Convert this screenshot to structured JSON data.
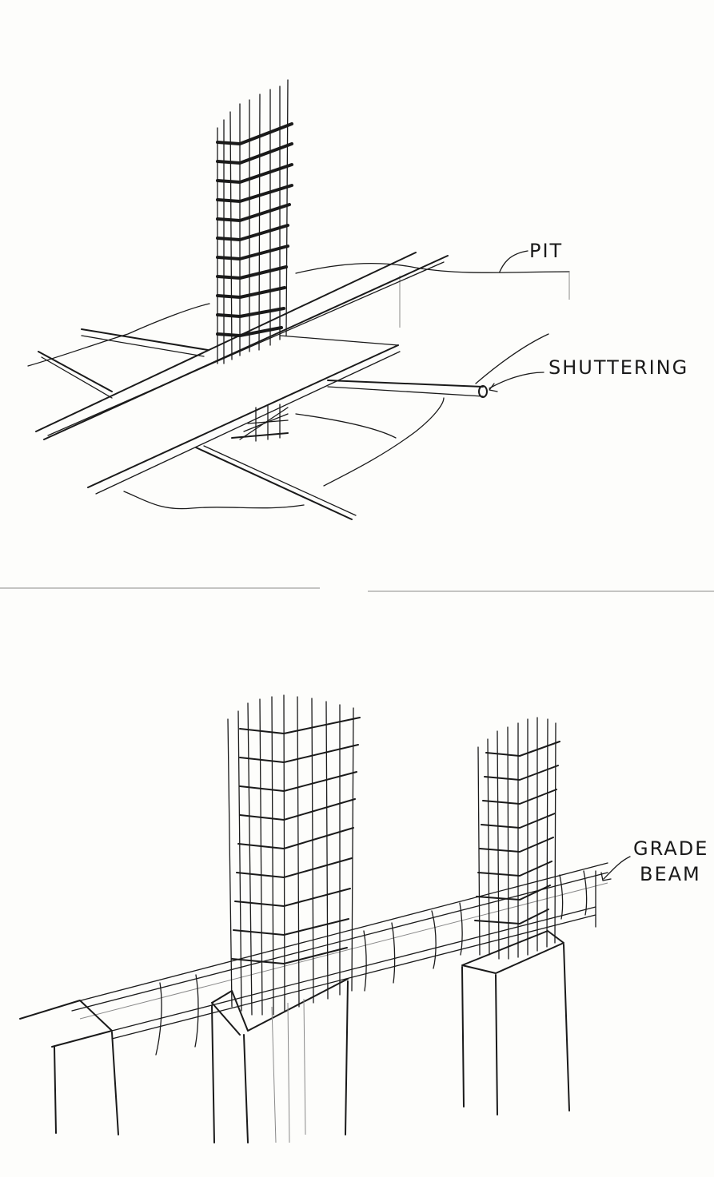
{
  "diagram": {
    "top_sketch": {
      "labels": {
        "pit": "PIT",
        "shuttering": "SHUTTERING"
      }
    },
    "bottom_sketch": {
      "labels": {
        "grade_line1": "GRADE",
        "grade_line2": "BEAM"
      }
    }
  },
  "colors": {
    "ink": "#1a1a1a",
    "paper": "#fdfdfb"
  }
}
